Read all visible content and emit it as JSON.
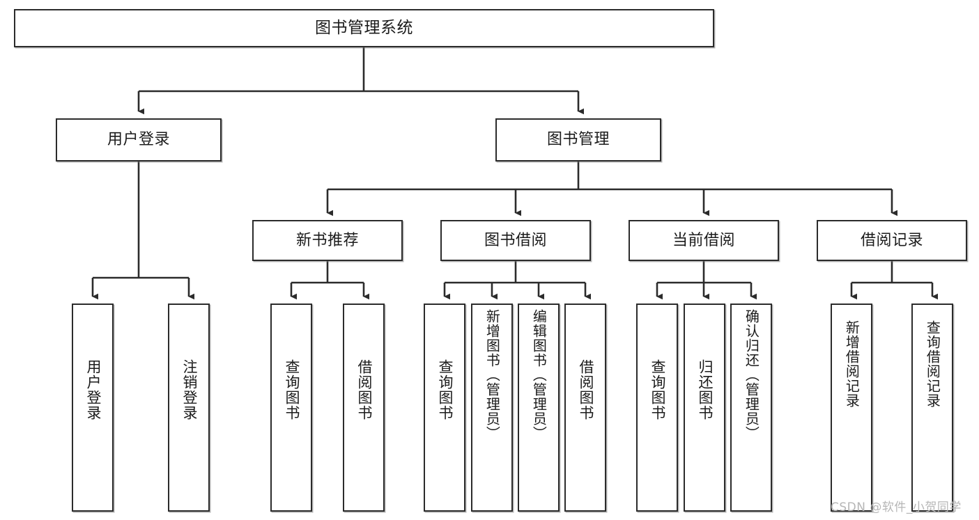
{
  "diagram": {
    "title": "图书管理系统",
    "type": "tree",
    "watermark": "CSDN @软件_小贺同学",
    "colors": {
      "box_border": "#2b2b2b",
      "box_fill": "#ffffff",
      "connector": "#2b2b2b",
      "background": "#ffffff",
      "watermark": "#b6b6b6"
    },
    "nodes": {
      "root": {
        "label": "图书管理系统"
      },
      "level2": [
        {
          "id": "user-login",
          "label": "用户登录"
        },
        {
          "id": "book-manage",
          "label": "图书管理"
        }
      ],
      "level3": [
        {
          "id": "new-book-recommend",
          "label": "新书推荐"
        },
        {
          "id": "book-borrow",
          "label": "图书借阅"
        },
        {
          "id": "current-borrow",
          "label": "当前借阅"
        },
        {
          "id": "borrow-record",
          "label": "借阅记录"
        }
      ],
      "leaves": {
        "user-login": [
          {
            "id": "leaf-user-login",
            "label": "用户登录"
          },
          {
            "id": "leaf-logout",
            "label": "注销登录"
          }
        ],
        "new-book-recommend": [
          {
            "id": "leaf-query-book-1",
            "label": "查询图书"
          },
          {
            "id": "leaf-borrow-book-1",
            "label": "借阅图书"
          }
        ],
        "book-borrow": [
          {
            "id": "leaf-query-book-2",
            "label": "查询图书"
          },
          {
            "id": "leaf-add-book",
            "label": "新增图书（管理员）"
          },
          {
            "id": "leaf-edit-book",
            "label": "编辑图书（管理员）"
          },
          {
            "id": "leaf-borrow-book-2",
            "label": "借阅图书"
          }
        ],
        "current-borrow": [
          {
            "id": "leaf-query-book-3",
            "label": "查询图书"
          },
          {
            "id": "leaf-return-book",
            "label": "归还图书"
          },
          {
            "id": "leaf-confirm-return",
            "label": "确认归还（管理员）"
          }
        ],
        "borrow-record": [
          {
            "id": "leaf-add-record",
            "label": "新增借阅记录"
          },
          {
            "id": "leaf-query-record",
            "label": "查询借阅记录"
          }
        ]
      }
    }
  }
}
